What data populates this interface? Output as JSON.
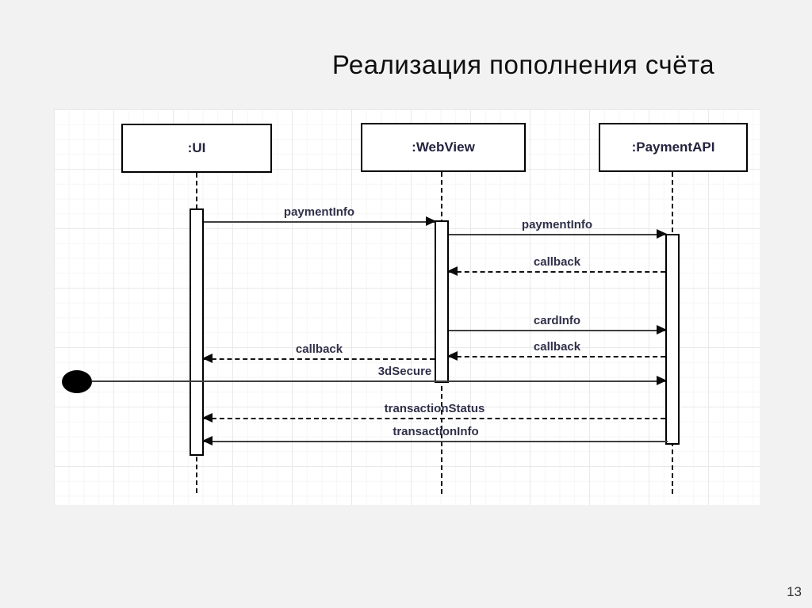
{
  "slide": {
    "title": "Реализация пополнения счёта",
    "page_number": "13"
  },
  "diagram": {
    "type": "uml-sequence",
    "colors": {
      "background": "#f2f2f2",
      "canvas": "#ffffff",
      "grid_major": "#e9e9e9",
      "grid_minor": "#f6f6f6",
      "line": "#3f3f3f",
      "text": "#30304a"
    },
    "lifelines": [
      {
        "label": ":UI"
      },
      {
        "label": ":WebView"
      },
      {
        "label": ":PaymentAPI"
      }
    ],
    "found_message_marker": "filled-circle",
    "messages": [
      {
        "label": "paymentInfo",
        "from": ":UI",
        "to": ":WebView",
        "style": "solid",
        "direction": "right"
      },
      {
        "label": "paymentInfo",
        "from": ":WebView",
        "to": ":PaymentAPI",
        "style": "solid",
        "direction": "right"
      },
      {
        "label": "callback",
        "from": ":PaymentAPI",
        "to": ":WebView",
        "style": "dashed",
        "direction": "left"
      },
      {
        "label": "cardInfo",
        "from": ":WebView",
        "to": ":PaymentAPI",
        "style": "solid",
        "direction": "right"
      },
      {
        "label": "callback",
        "from": ":PaymentAPI",
        "to": ":WebView",
        "style": "dashed",
        "direction": "left"
      },
      {
        "label": "callback",
        "from": ":WebView",
        "to": ":UI",
        "style": "dashed",
        "direction": "left"
      },
      {
        "label": "3dSecure",
        "from": "found",
        "to": ":PaymentAPI",
        "style": "solid",
        "direction": "right"
      },
      {
        "label": "transactionStatus",
        "from": ":PaymentAPI",
        "to": ":UI",
        "style": "dashed",
        "direction": "left"
      },
      {
        "label": "transactionInfo",
        "from": ":PaymentAPI",
        "to": ":UI",
        "style": "solid",
        "direction": "left"
      }
    ]
  }
}
